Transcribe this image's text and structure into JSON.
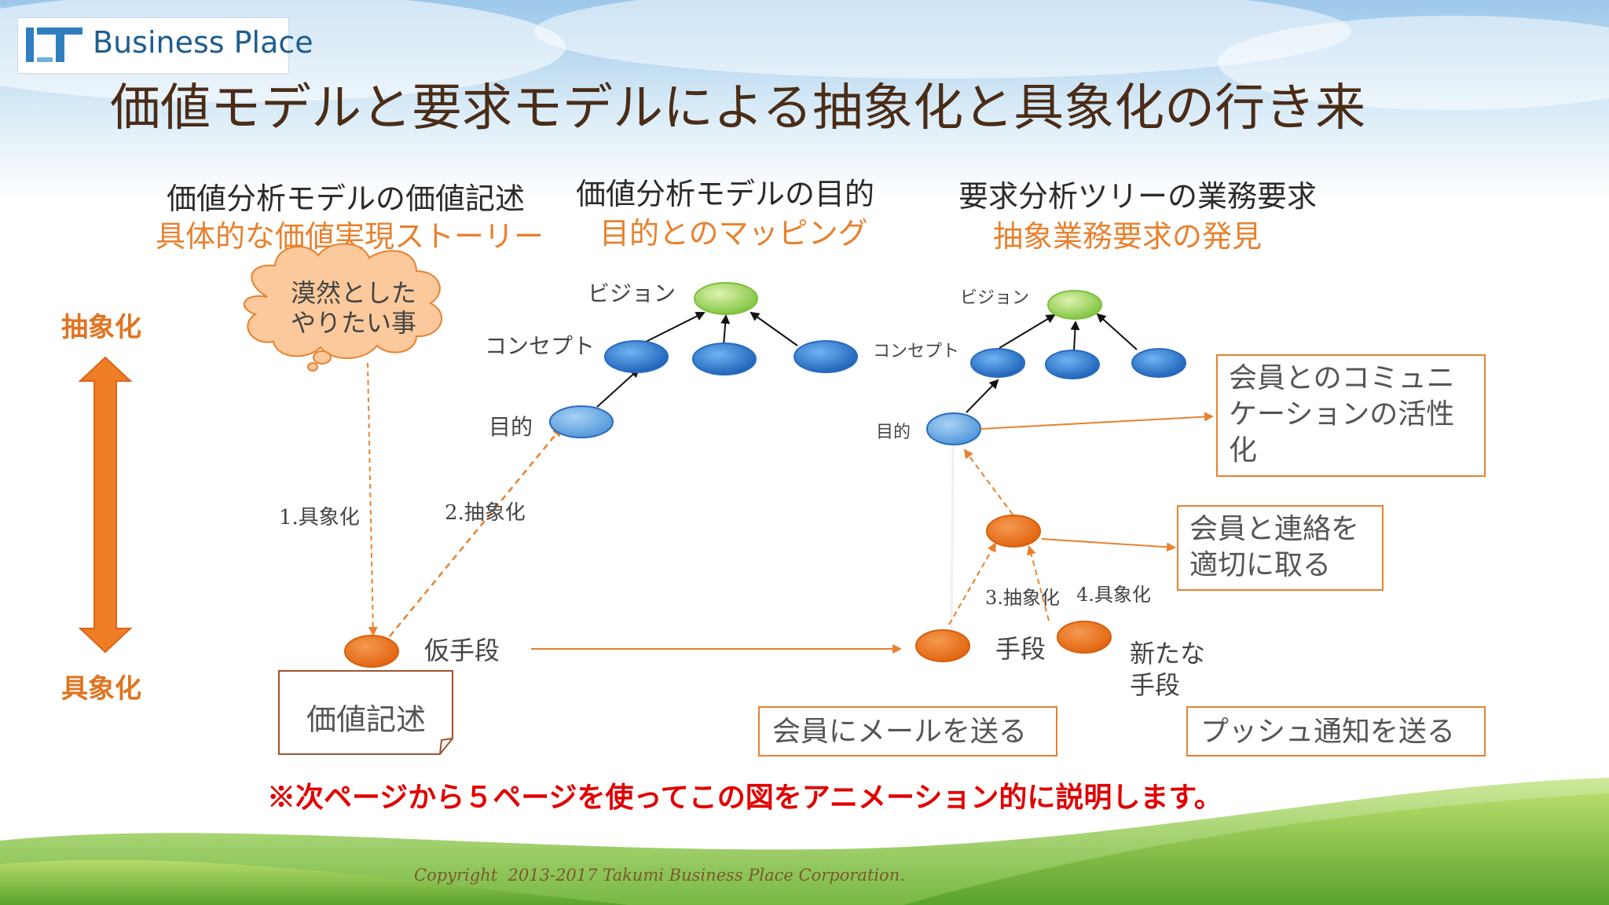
{
  "logo": {
    "mark": "IT",
    "text": "Business Place"
  },
  "title": "価値モデルと要求モデルによる抽象化と具象化の行き来",
  "columns": [
    {
      "heading": "価値分析モデルの価値記述",
      "sub": "具体的な価値実現ストーリー"
    },
    {
      "heading": "価値分析モデルの目的",
      "sub": "目的とのマッピング"
    },
    {
      "heading": "要求分析ツリーの業務要求",
      "sub": "抽象業務要求の発見"
    }
  ],
  "axis": {
    "top": "抽象化",
    "bottom": "具象化"
  },
  "cloud": {
    "text": "漠然とした\nやりたい事"
  },
  "left_tree": {
    "vision": "ビジョン",
    "concept": "コンセプト",
    "purpose": "目的"
  },
  "right_tree": {
    "vision": "ビジョン",
    "concept": "コンセプト",
    "purpose": "目的"
  },
  "steps": {
    "s1": "1.具象化",
    "s2": "2.抽象化",
    "s3": "3.抽象化",
    "s4": "4.具象化"
  },
  "nodes": {
    "provisional_means": "仮手段",
    "means": "手段",
    "new_means": "新たな\n手段",
    "value_description": "価値記述"
  },
  "boxes": {
    "communication": "会員とのコミュニ\nケーションの活性\n化",
    "contact": "会員と連絡を\n適切に取る",
    "send_mail": "会員にメールを送る",
    "push": "プッシュ通知を送る"
  },
  "note": "※次ページから５ページを使ってこの図をアニメーション的に説明します。",
  "copyright": "Copyright  2013-2017 Takumi Business Place Corporation.",
  "colors": {
    "title": "#4a2c17",
    "accent_orange": "#e8812e",
    "node_orange": "#e8701a",
    "node_blue": "#2a74d0",
    "node_green": "#8ccc48",
    "note_red": "#e00000"
  }
}
